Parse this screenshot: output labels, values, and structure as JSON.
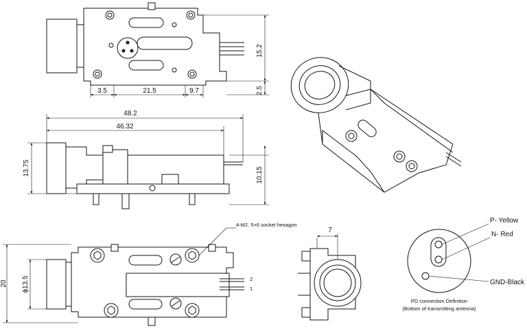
{
  "top_view": {
    "dims": {
      "d_15_2": "15.2",
      "d_3_5": "3.5",
      "d_21_5": "21.5",
      "d_9_7": "9.7",
      "d_2_5": "2.5"
    }
  },
  "side_view": {
    "dims": {
      "d_48_2": "48.2",
      "d_46_32": "46.32",
      "d_13_75": "13.75",
      "d_10_15": "10.15"
    }
  },
  "bottom_view": {
    "dims": {
      "d_20": "20",
      "d_phi_13_5": "ϕ13.5"
    },
    "hex_label": "4-M2. 5×6 socket hexagon",
    "pin_2": "2",
    "pin_1": "1"
  },
  "end_view": {
    "dims": {
      "d_7": "7"
    }
  },
  "pd": {
    "p_label": "P- Yellow",
    "n_label": "N- Red",
    "gnd_label": "GND-Black",
    "caption_line1": "PD connection Definition",
    "caption_line2": "(Bottom of transmitting antenna)"
  }
}
